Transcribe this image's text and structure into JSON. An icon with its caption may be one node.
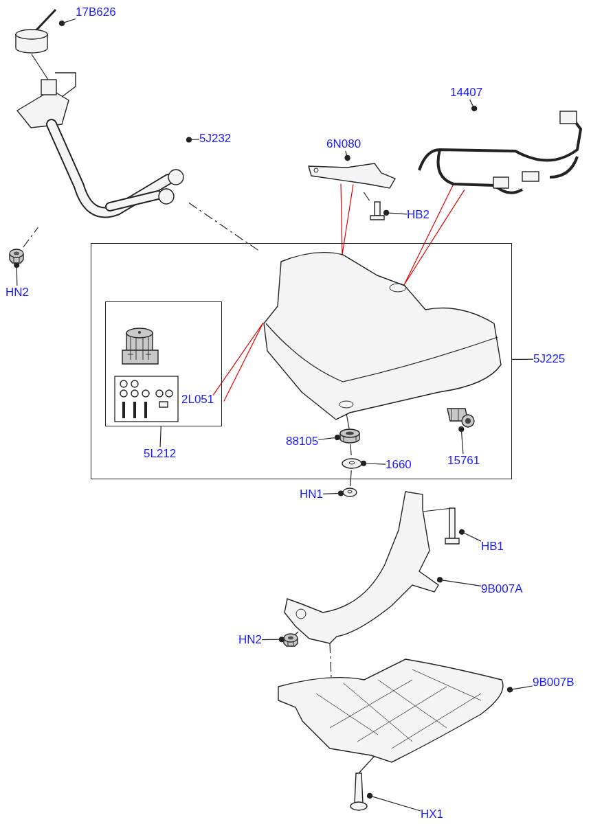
{
  "diagram": {
    "nodes": [
      {
        "text": [
          "17B626"
        ]
      },
      {
        "text": [],
        "shape": "picture"
      },
      {
        "text": [
          "5J232"
        ]
      },
      {
        "text": [],
        "shape": "picture"
      },
      {
        "text": [
          "HN2"
        ]
      },
      {
        "text": [],
        "shape": "picture"
      },
      {
        "text": [
          "6N080"
        ]
      },
      {
        "text": [],
        "shape": "picture"
      },
      {
        "text": [
          "HB2"
        ]
      },
      {
        "text": [],
        "shape": "picture"
      },
      {
        "text": [
          "14407"
        ]
      },
      {
        "text": [],
        "shape": "picture"
      },
      {
        "text": [],
        "shape": "box"
      },
      {
        "text": [
          "5J225"
        ]
      },
      {
        "text": [],
        "shape": "picture",
        "in": 12
      },
      {
        "text": [],
        "shape": "box",
        "in": 12
      },
      {
        "text": [],
        "shape": "picture",
        "in": 15
      },
      {
        "text": [],
        "shape": "picture",
        "in": 15
      },
      {
        "text": [
          "2L051"
        ],
        "in": 15
      },
      {
        "text": [
          "5L212"
        ],
        "in": 12
      },
      {
        "text": [
          "88105"
        ],
        "in": 12
      },
      {
        "text": [],
        "shape": "picture",
        "in": 12
      },
      {
        "text": [
          "1660"
        ],
        "in": 12
      },
      {
        "text": [],
        "shape": "picture",
        "in": 12
      },
      {
        "text": [
          "15761"
        ],
        "in": 12
      },
      {
        "text": [],
        "shape": "picture",
        "in": 12
      },
      {
        "text": [
          "HN1"
        ]
      },
      {
        "text": [],
        "shape": "picture"
      },
      {
        "text": [
          "HB1"
        ]
      },
      {
        "text": [],
        "shape": "picture"
      },
      {
        "text": [
          "9B007A"
        ]
      },
      {
        "text": [],
        "shape": "picture"
      },
      {
        "text": [
          "HN2"
        ]
      },
      {
        "text": [],
        "shape": "picture"
      },
      {
        "text": [
          "9B007B"
        ]
      },
      {
        "text": [],
        "shape": "picture"
      },
      {
        "text": [
          "HX1"
        ]
      },
      {
        "text": [],
        "shape": "picture"
      }
    ],
    "edges": [
      {
        "from": 0,
        "to": 1,
        "arrow": "other"
      },
      {
        "from": 1,
        "to": 3,
        "arrow": "none"
      },
      {
        "from": 2,
        "to": 3,
        "arrow": "other"
      },
      {
        "from": 4,
        "to": 5,
        "arrow": "other"
      },
      {
        "from": 5,
        "to": 3,
        "arrow": "none",
        "style": "dashed"
      },
      {
        "from": 3,
        "to": 14,
        "arrow": "none",
        "style": "dashed"
      },
      {
        "from": 6,
        "to": 7,
        "arrow": "other"
      },
      {
        "from": 7,
        "to": 9,
        "arrow": "none"
      },
      {
        "from": 8,
        "to": 9,
        "arrow": "other"
      },
      {
        "from": 7,
        "to": 14,
        "arrow": "none",
        "color": "#e00000"
      },
      {
        "from": 10,
        "to": 11,
        "arrow": "other"
      },
      {
        "from": 11,
        "to": 14,
        "arrow": "none",
        "color": "#e00000"
      },
      {
        "from": 13,
        "to": 12,
        "arrow": "none"
      },
      {
        "from": 18,
        "to": 14,
        "arrow": "none",
        "color": "#e00000"
      },
      {
        "from": 19,
        "to": 15,
        "arrow": "none"
      },
      {
        "from": 14,
        "to": 21,
        "arrow": "none"
      },
      {
        "from": 20,
        "to": 21,
        "arrow": "other"
      },
      {
        "from": 21,
        "to": 23,
        "arrow": "none"
      },
      {
        "from": 22,
        "to": 23,
        "arrow": "other"
      },
      {
        "from": 24,
        "to": 25,
        "arrow": "other"
      },
      {
        "from": 23,
        "to": 27,
        "arrow": "none"
      },
      {
        "from": 26,
        "to": 27,
        "arrow": "other"
      },
      {
        "from": 31,
        "to": 29,
        "arrow": "none"
      },
      {
        "from": 28,
        "to": 29,
        "arrow": "other"
      },
      {
        "from": 30,
        "to": 31,
        "arrow": "other"
      },
      {
        "from": 31,
        "to": 33,
        "arrow": "none"
      },
      {
        "from": 32,
        "to": 33,
        "arrow": "other"
      },
      {
        "from": 31,
        "to": 35,
        "arrow": "none",
        "style": "dashed"
      },
      {
        "from": 34,
        "to": 35,
        "arrow": "other"
      },
      {
        "from": 35,
        "to": 37,
        "arrow": "none"
      },
      {
        "from": 36,
        "to": 37,
        "arrow": "other"
      }
    ]
  }
}
